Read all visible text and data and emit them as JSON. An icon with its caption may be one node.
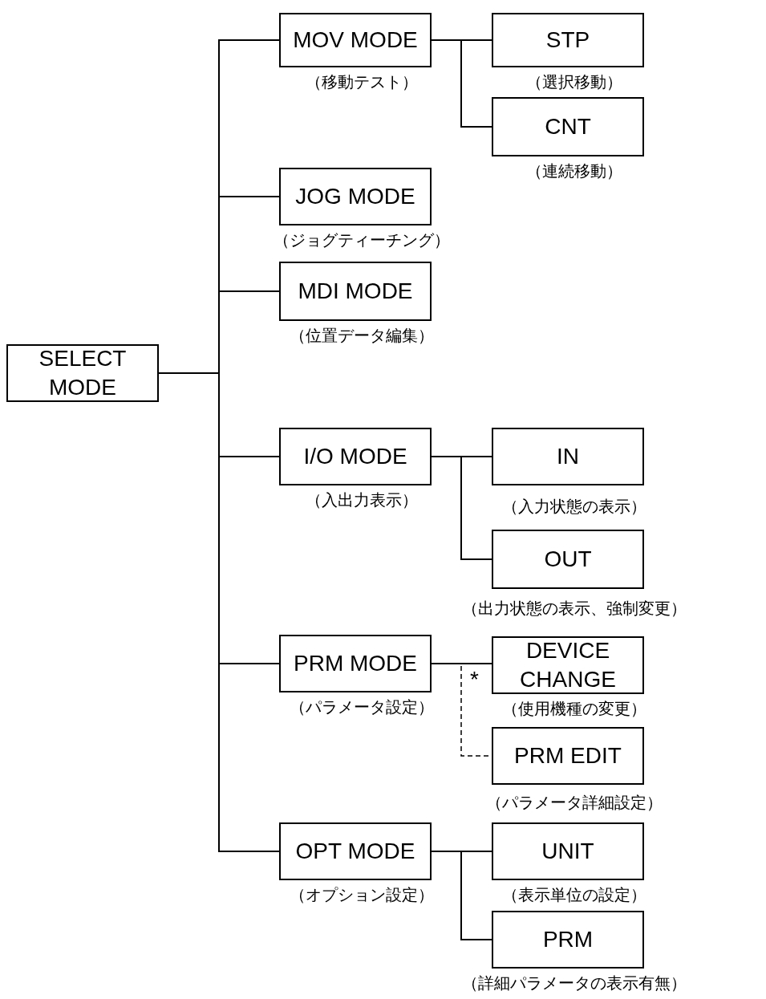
{
  "diagram": {
    "nodes": [
      {
        "text": [
          "SELECT MODE"
        ]
      },
      {
        "text": [
          "MOV MODE"
        ],
        "beside": [
          "（移動テスト）"
        ]
      },
      {
        "text": [
          "STP"
        ],
        "beside": [
          "（選択移動）"
        ]
      },
      {
        "text": [
          "CNT"
        ],
        "beside": [
          "（連続移動）"
        ]
      },
      {
        "text": [
          "JOG MODE"
        ],
        "beside": [
          "（ジョグティーチング）"
        ]
      },
      {
        "text": [
          "MDI MODE"
        ],
        "beside": [
          "（位置データ編集）"
        ]
      },
      {
        "text": [
          "I/O MODE"
        ],
        "beside": [
          "（入出力表示）"
        ]
      },
      {
        "text": [
          "IN"
        ],
        "beside": [
          "（入力状態の表示）"
        ]
      },
      {
        "text": [
          "OUT"
        ],
        "beside": [
          "（出力状態の表示、強制変更）"
        ]
      },
      {
        "text": [
          "PRM MODE"
        ],
        "beside": [
          "（パラメータ設定）"
        ]
      },
      {
        "text": [
          "DEVICE CHANGE"
        ],
        "beside": [
          "（使用機種の変更）"
        ]
      },
      {
        "text": [
          "PRM EDIT"
        ],
        "beside": [
          "（パラメータ詳細設定）"
        ]
      },
      {
        "text": [
          "OPT MODE"
        ],
        "beside": [
          "（オプション設定）"
        ]
      },
      {
        "text": [
          "UNIT"
        ],
        "beside": [
          "（表示単位の設定）"
        ]
      },
      {
        "text": [
          "PRM"
        ],
        "beside": [
          "（詳細パラメータの表示有無）"
        ]
      }
    ],
    "edges": [
      {
        "from": 0,
        "to": 1,
        "arrow": "none"
      },
      {
        "from": 0,
        "to": 4,
        "arrow": "none"
      },
      {
        "from": 0,
        "to": 5,
        "arrow": "none"
      },
      {
        "from": 0,
        "to": 6,
        "arrow": "none"
      },
      {
        "from": 0,
        "to": 9,
        "arrow": "none"
      },
      {
        "from": 0,
        "to": 12,
        "arrow": "none"
      },
      {
        "from": 1,
        "to": 2,
        "arrow": "none"
      },
      {
        "from": 1,
        "to": 3,
        "arrow": "none"
      },
      {
        "from": 6,
        "to": 7,
        "arrow": "none"
      },
      {
        "from": 6,
        "to": 8,
        "arrow": "none"
      },
      {
        "from": 9,
        "to": 10,
        "arrow": "none"
      },
      {
        "from": 9,
        "to": 11,
        "arrow": "none",
        "style": "dashed",
        "label": "*"
      },
      {
        "from": 12,
        "to": 13,
        "arrow": "none"
      },
      {
        "from": 12,
        "to": 14,
        "arrow": "none"
      }
    ]
  }
}
